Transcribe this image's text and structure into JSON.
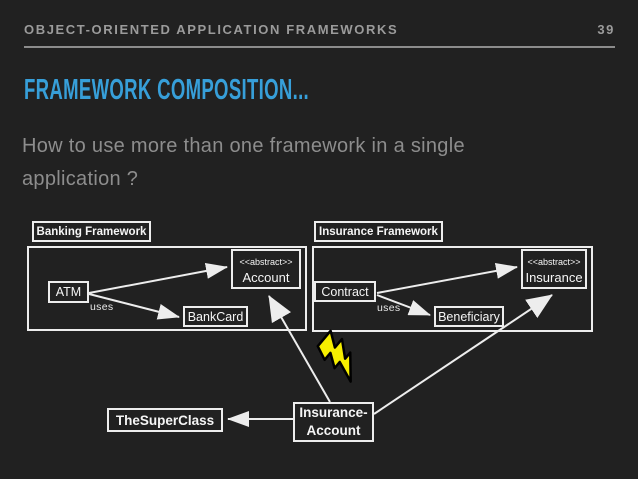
{
  "header": {
    "title": "OBJECT-ORIENTED APPLICATION FRAMEWORKS",
    "page_number": "39"
  },
  "title": "FRAMEWORK COMPOSITION...",
  "subtitle": "How to use more than one framework in a single application ?",
  "diagram": {
    "uses_label": "uses",
    "stereotype": "<<abstract>>",
    "banking": {
      "label": "Banking Framework",
      "atm": "ATM",
      "account": "Account",
      "bankcard": "BankCard"
    },
    "insurance": {
      "label": "Insurance Framework",
      "contract": "Contract",
      "insurance": "Insurance",
      "beneficiary": "Beneficiary"
    },
    "composition": {
      "superclass": "TheSuperClass",
      "insurance_account_line1": "Insurance-",
      "insurance_account_line2": "Account",
      "conflict_icon": "lightning-bolt"
    }
  },
  "colors": {
    "background": "#212121",
    "accent_title": "#379fd9",
    "muted_text": "#8d8d8d",
    "foreground": "#ededed",
    "bolt_fill": "#f6ef00",
    "bolt_stroke": "#000000"
  }
}
